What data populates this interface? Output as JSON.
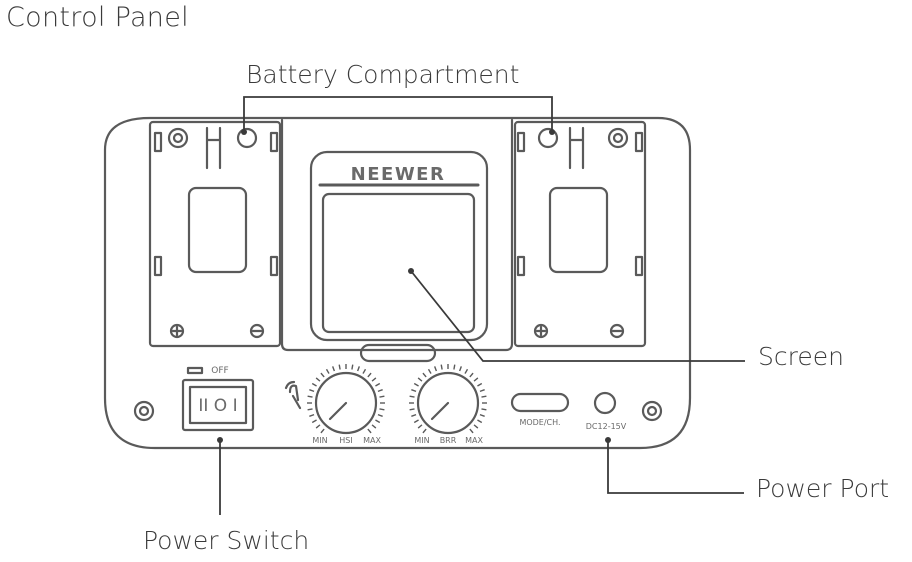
{
  "title": "Control Panel",
  "callouts": {
    "battery_compartment": "Battery Compartment",
    "screen": "Screen",
    "power_port": "Power Port",
    "power_switch": "Power Switch"
  },
  "device": {
    "brand": "NEEWER",
    "switch_off_label": "OFF",
    "switch_symbol": "II O I",
    "knob_left": {
      "min": "MIN",
      "name": "HSI",
      "max": "MAX"
    },
    "knob_right": {
      "min": "MIN",
      "name": "BRR",
      "max": "MAX"
    },
    "mode_button_label": "MODE/CH.",
    "dc_label": "DC12-15V"
  },
  "colors": {
    "line": "#5a5a5a",
    "text": "#3a3a3a"
  }
}
